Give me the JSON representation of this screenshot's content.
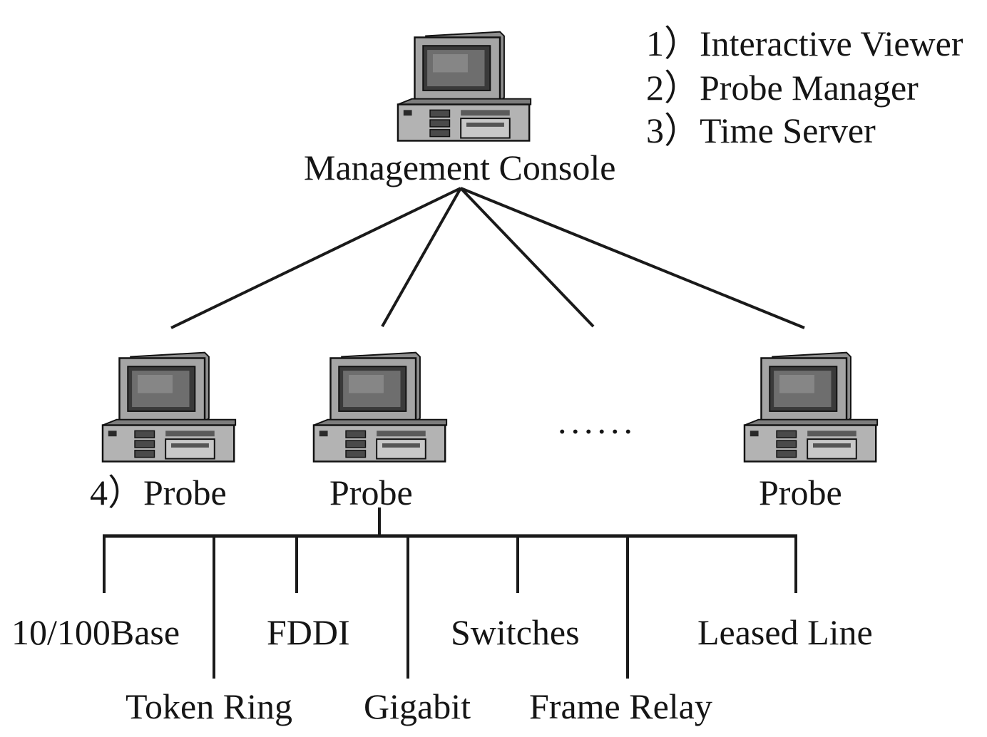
{
  "legend": [
    {
      "num": "1）",
      "text": "Interactive Viewer"
    },
    {
      "num": "2）",
      "text": "Probe Manager"
    },
    {
      "num": "3）",
      "text": "Time Server"
    }
  ],
  "console": {
    "label": "Management Console"
  },
  "probes": [
    {
      "num": "4）",
      "label": "Probe"
    },
    {
      "label": "Probe"
    },
    {
      "label": "Probe"
    }
  ],
  "ellipsis": "......",
  "networks": {
    "upper": [
      "10/100Base",
      "FDDI",
      "Switches",
      "Leased Line"
    ],
    "lower": [
      "Token Ring",
      "Gigabit",
      "Frame Relay"
    ]
  }
}
